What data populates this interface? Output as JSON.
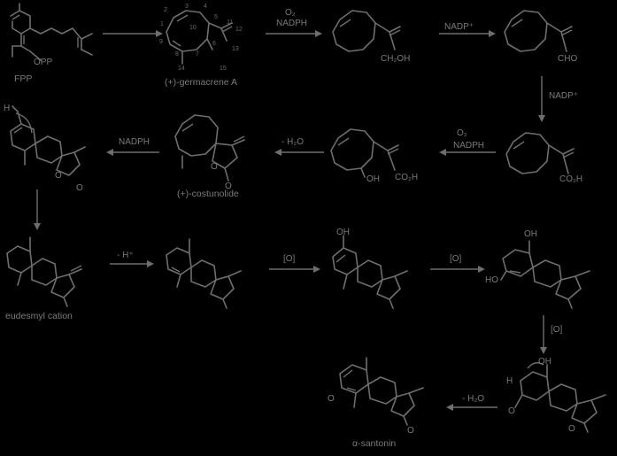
{
  "colors": {
    "background": "#000000",
    "ink": "#6e6e6e"
  },
  "labels": {
    "opp": "OPP",
    "fpp": "FPP",
    "germacrene": "(+)-germacrene A",
    "o2_1": "O₂",
    "nadph_1": "NADPH",
    "ch2oh": "CH₂OH",
    "nadp_1": "NADP⁺",
    "cho": "CHO",
    "nadp_2": "NADP⁺",
    "o2_2": "O₂",
    "nadph_2": "NADPH",
    "co2h_1": "CO₂H",
    "oh_1": "OH",
    "co2h_2": "CO₂H",
    "minus_h2o_1": "- H₂O",
    "costunolide": "(+)-costunolide",
    "nadph_3": "NADPH",
    "h_top": "H",
    "o_lac1": "O",
    "o_lac2": "O",
    "o_lac3": "O",
    "o_lac4": "O",
    "o_lac5": "O",
    "o_lac6": "O",
    "eudesmyl": "eudesmyl cation",
    "minus_h_plus": "- H⁺",
    "ox_1": "[O]",
    "oh_2": "OH",
    "ox_2": "[O]",
    "oh_3": "OH",
    "ho_1": "HO",
    "ox_3": "[O]",
    "oh_4": "OH",
    "h_left": "H",
    "minus_h2o_2": "- H₂O",
    "o_ketone1": "O",
    "o_ketone2": "O",
    "santonin": "α-santonin"
  },
  "atom_numbers": [
    "1",
    "2",
    "3",
    "4",
    "5",
    "6",
    "7",
    "8",
    "9",
    "10",
    "11",
    "12",
    "13",
    "14",
    "15"
  ]
}
